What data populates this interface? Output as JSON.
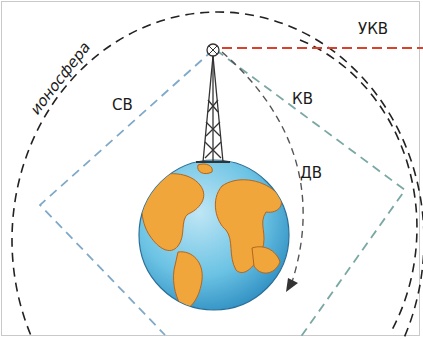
{
  "diagram": {
    "labels": [
      "ионосфера",
      "СВ",
      "КВ",
      "ДВ",
      "УКВ"
    ]
  }
}
